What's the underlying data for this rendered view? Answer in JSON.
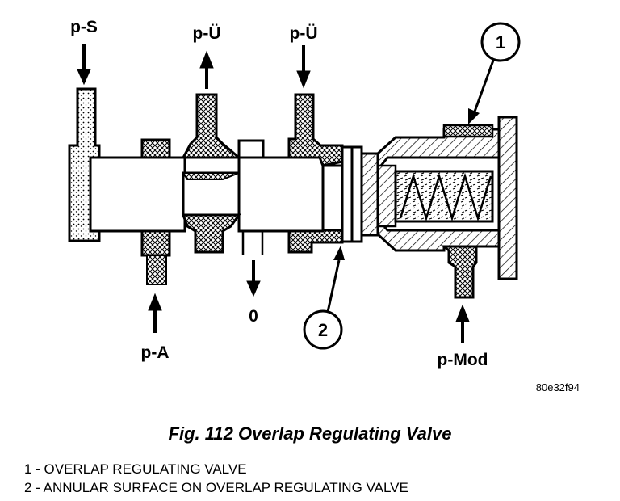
{
  "labels": {
    "p_s": "p-S",
    "p_u_left": "p-Ü",
    "p_u_right": "p-Ü",
    "p_a": "p-A",
    "zero": "0",
    "p_mod": "p-Mod"
  },
  "callouts": {
    "one": "1",
    "two": "2"
  },
  "figure_code": "80e32f94",
  "caption": "Fig. 112 Overlap Regulating Valve",
  "legend": [
    "1 - OVERLAP REGULATING VALVE",
    "2 - ANNULAR SURFACE ON OVERLAP REGULATING VALVE"
  ],
  "colors": {
    "ink": "#000000",
    "paper": "#ffffff"
  }
}
